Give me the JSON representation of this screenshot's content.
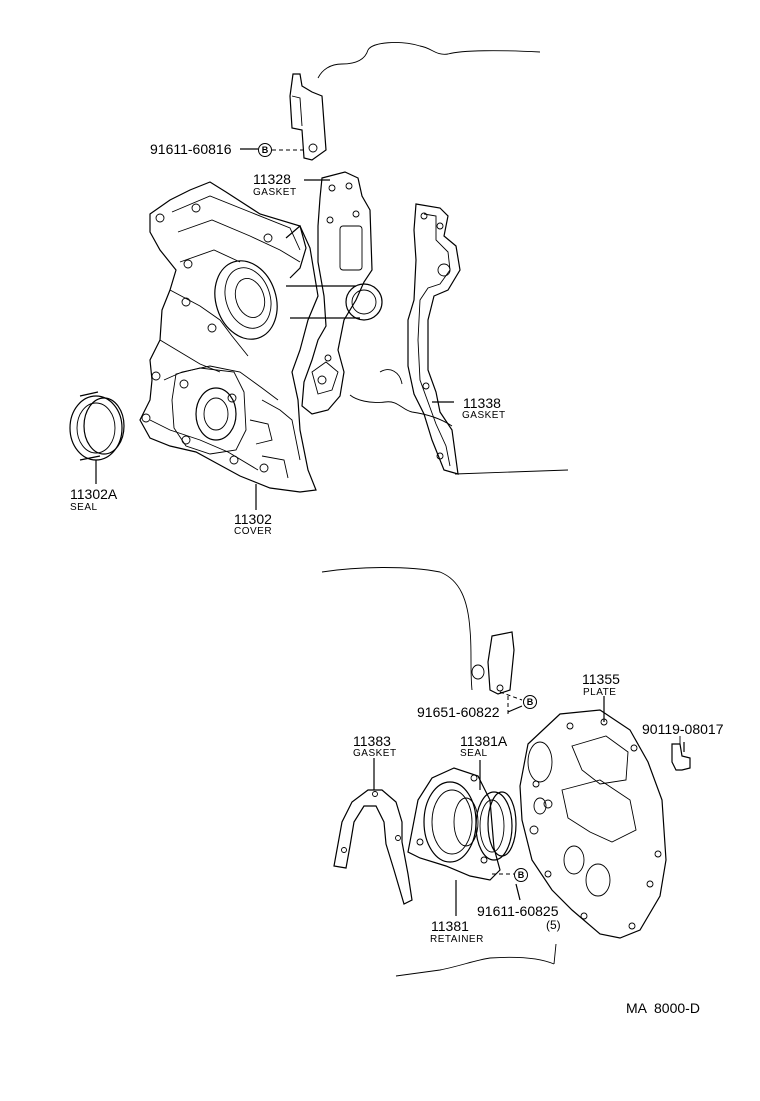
{
  "diagram": {
    "code": "MA  8000-D",
    "parts": [
      {
        "number": "91611-60816",
        "name": "",
        "symbol": "B"
      },
      {
        "number": "11328",
        "name": "GASKET"
      },
      {
        "number": "11338",
        "name": "GASKET"
      },
      {
        "number": "11302A",
        "name": "SEAL"
      },
      {
        "number": "11302",
        "name": "COVER"
      },
      {
        "number": "11355",
        "name": "PLATE"
      },
      {
        "number": "90119-08017",
        "name": ""
      },
      {
        "number": "91651-60822",
        "name": "",
        "symbol": "B"
      },
      {
        "number": "11381A",
        "name": "SEAL"
      },
      {
        "number": "11383",
        "name": "GASKET"
      },
      {
        "number": "91611-60825",
        "name": "",
        "quantity": "(5)",
        "symbol": "B"
      },
      {
        "number": "11381",
        "name": "RETAINER"
      }
    ]
  }
}
